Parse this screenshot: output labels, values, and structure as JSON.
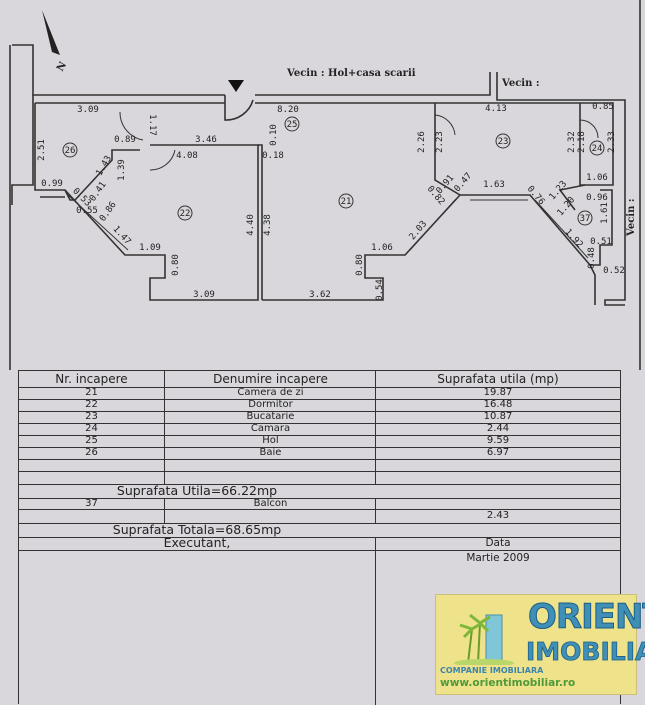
{
  "plan": {
    "neighbors": {
      "top": "Vecin : Hol+casa scarii",
      "top_right": "Vecin :",
      "right": "Vecin :"
    },
    "rooms": [
      "21",
      "22",
      "23",
      "24",
      "25",
      "26",
      "37"
    ],
    "dimensions": [
      "3.09",
      "1.17",
      "0.89",
      "3.46",
      "4.08",
      "0.10",
      "0.18",
      "8.20",
      "2.51",
      "1.43",
      "1.39",
      "0.99",
      "0.53",
      "0.41",
      "0.55",
      "0.86",
      "1.47",
      "1.09",
      "0.80",
      "3.09",
      "4.40",
      "4.38",
      "3.62",
      "1.06",
      "0.80",
      "0.54",
      "2.03",
      "0.82",
      "0.91",
      "0.47",
      "1.63",
      "2.26",
      "2.23",
      "4.13",
      "0.85",
      "2.32",
      "2.18",
      "2.33",
      "1.06",
      "0.76",
      "1.23",
      "1.20",
      "0.96",
      "1.61",
      "1.92",
      "0.51",
      "0.48",
      "0.52"
    ]
  },
  "table": {
    "headers": [
      "Nr. incapere",
      "Denumire incapere",
      "Suprafata utila (mp)"
    ],
    "rows": [
      {
        "nr": "21",
        "name": "Camera de zi",
        "area": "19.87"
      },
      {
        "nr": "22",
        "name": "Dormitor",
        "area": "16.48"
      },
      {
        "nr": "23",
        "name": "Bucatarie",
        "area": "10.87"
      },
      {
        "nr": "24",
        "name": "Camara",
        "area": "2.44"
      },
      {
        "nr": "25",
        "name": "Hol",
        "area": "9.59"
      },
      {
        "nr": "26",
        "name": "Baie",
        "area": "6.97"
      }
    ],
    "useful_total": "Suprafata Utila=66.22mp",
    "balcony": {
      "nr": "37",
      "name": "Balcon",
      "area": "2.43"
    },
    "grand_total": "Suprafata Totala=68.65mp",
    "executant_label": "Executant,",
    "date_label": "Data",
    "date_value": "Martie 2009"
  },
  "logo": {
    "name_line1": "ORIENT",
    "name_line2": "IMOBILIAR",
    "tagline": "COMPANIE IMOBILIARA",
    "url": "www.orientimobiliar.ro"
  }
}
